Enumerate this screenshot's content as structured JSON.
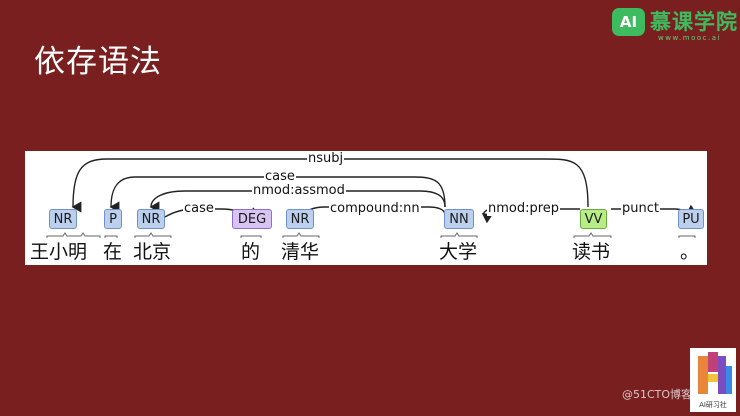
{
  "slide": {
    "title": "依存语法"
  },
  "logo": {
    "badge": "AI",
    "name": "慕课学院",
    "url": "www.mooc.ai"
  },
  "tokens": [
    {
      "word": "王小明",
      "tag": "NR",
      "style": "nr"
    },
    {
      "word": "在",
      "tag": "P",
      "style": "nr"
    },
    {
      "word": "北京",
      "tag": "NR",
      "style": "nr"
    },
    {
      "word": "的",
      "tag": "DEG",
      "style": "deg"
    },
    {
      "word": "清华",
      "tag": "NR",
      "style": "nr"
    },
    {
      "word": "大学",
      "tag": "NN",
      "style": "nr"
    },
    {
      "word": "读书",
      "tag": "VV",
      "style": "vv"
    },
    {
      "word": "。",
      "tag": "PU",
      "style": "nr"
    }
  ],
  "arcs": [
    {
      "label": "nsubj",
      "from": "读书",
      "to": "王小明"
    },
    {
      "label": "case",
      "from": "大学",
      "to": "在"
    },
    {
      "label": "nmod:assmod",
      "from": "大学",
      "to": "北京"
    },
    {
      "label": "case",
      "from": "北京",
      "to": "的"
    },
    {
      "label": "compound:nn",
      "from": "大学",
      "to": "清华"
    },
    {
      "label": "nmod:prep",
      "from": "读书",
      "to": "大学"
    },
    {
      "label": "punct",
      "from": "读书",
      "to": "。"
    }
  ],
  "footer": {
    "watermark": "@51CTO博客",
    "ai_logo_text": "AI研习社"
  }
}
